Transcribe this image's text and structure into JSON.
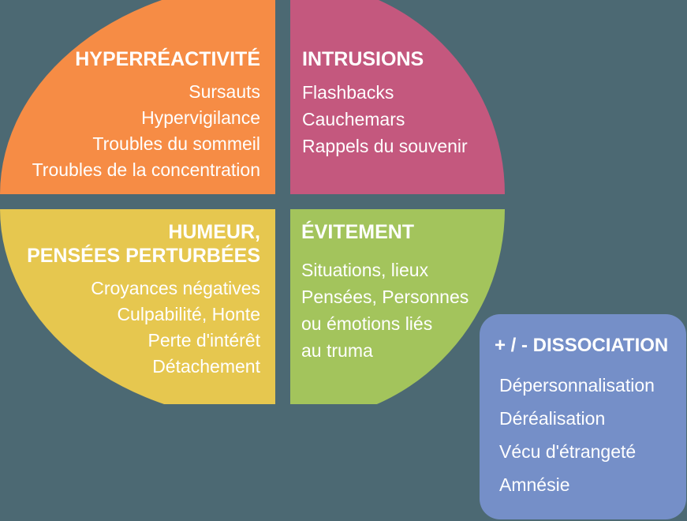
{
  "colors": {
    "background": "#4C6973",
    "hyperreactivite": "#F68C45",
    "intrusions": "#C4587E",
    "humeur_pensees": "#E6C74F",
    "evitement": "#A3C45C",
    "dissociation": "#758FC8",
    "text": "#FFFFFF"
  },
  "quadrants": [
    {
      "id": "hyperreactivite",
      "title_lines": [
        "HYPERRÉACTIVITÉ"
      ],
      "items": [
        "Sursauts",
        "Hypervigilance",
        "Troubles du sommeil",
        "Troubles de la concentration"
      ]
    },
    {
      "id": "intrusions",
      "title_lines": [
        "INTRUSIONS"
      ],
      "items": [
        "Flashbacks",
        "Cauchemars",
        "Rappels du souvenir"
      ]
    },
    {
      "id": "humeur-pensees-perturbees",
      "title_lines": [
        "HUMEUR,",
        "PENSÉES PERTURBÉES"
      ],
      "items": [
        "Croyances négatives",
        "Culpabilité, Honte",
        "Perte d'intérêt",
        "Détachement"
      ]
    },
    {
      "id": "evitement",
      "title_lines": [
        "ÉVITEMENT"
      ],
      "items": [
        "Situations, lieux",
        "Pensées, Personnes",
        "ou émotions liés",
        "au truma"
      ]
    }
  ],
  "dissociation_box": {
    "title": "+ / - DISSOCIATION",
    "items": [
      "Dépersonnalisation",
      "Déréalisation",
      "Vécu d'étrangeté",
      "Amnésie"
    ]
  }
}
